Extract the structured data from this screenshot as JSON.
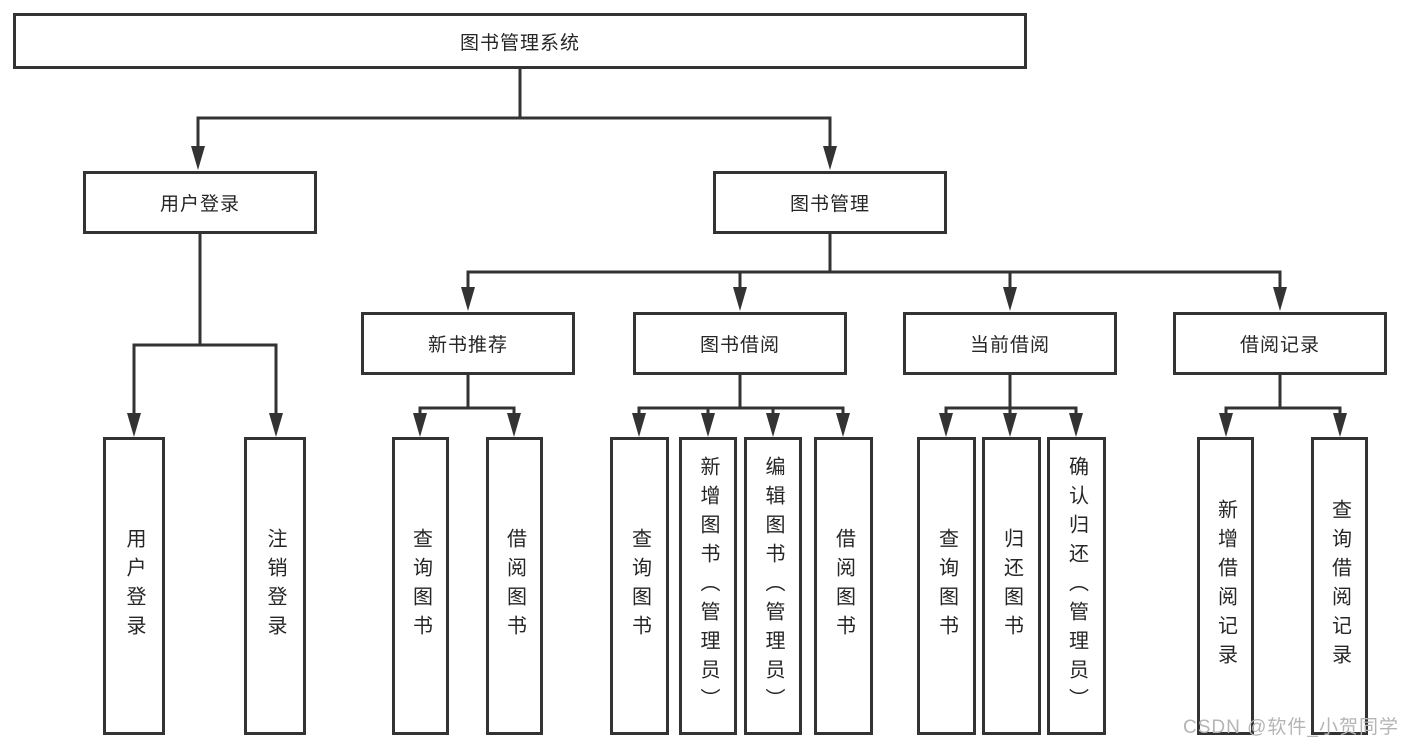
{
  "page": {
    "watermark": "CSDN @软件_小贺同学"
  },
  "colors": {
    "line": "#333333",
    "box_border": "#333333",
    "text": "#262626",
    "background": "#ffffff",
    "watermark": "#b5b5b5"
  },
  "nodes": {
    "root": {
      "label": "图书管理系统"
    },
    "level2": [
      {
        "label": "用户登录"
      },
      {
        "label": "图书管理"
      }
    ],
    "level3": [
      {
        "label": "新书推荐",
        "parent": "图书管理"
      },
      {
        "label": "图书借阅",
        "parent": "图书管理"
      },
      {
        "label": "当前借阅",
        "parent": "图书管理"
      },
      {
        "label": "借阅记录",
        "parent": "图书管理"
      }
    ],
    "leaves": [
      {
        "label": "用户登录",
        "parent": "用户登录"
      },
      {
        "label": "注销登录",
        "parent": "用户登录"
      },
      {
        "label": "查询图书",
        "parent": "新书推荐"
      },
      {
        "label": "借阅图书",
        "parent": "新书推荐"
      },
      {
        "label": "查询图书",
        "parent": "图书借阅"
      },
      {
        "label": "新增图书（管理员）",
        "parent": "图书借阅"
      },
      {
        "label": "编辑图书（管理员）",
        "parent": "图书借阅"
      },
      {
        "label": "借阅图书",
        "parent": "图书借阅"
      },
      {
        "label": "查询图书",
        "parent": "当前借阅"
      },
      {
        "label": "归还图书",
        "parent": "当前借阅"
      },
      {
        "label": "确认归还（管理员）",
        "parent": "当前借阅"
      },
      {
        "label": "新增借阅记录",
        "parent": "借阅记录"
      },
      {
        "label": "查询借阅记录",
        "parent": "借阅记录"
      }
    ]
  }
}
